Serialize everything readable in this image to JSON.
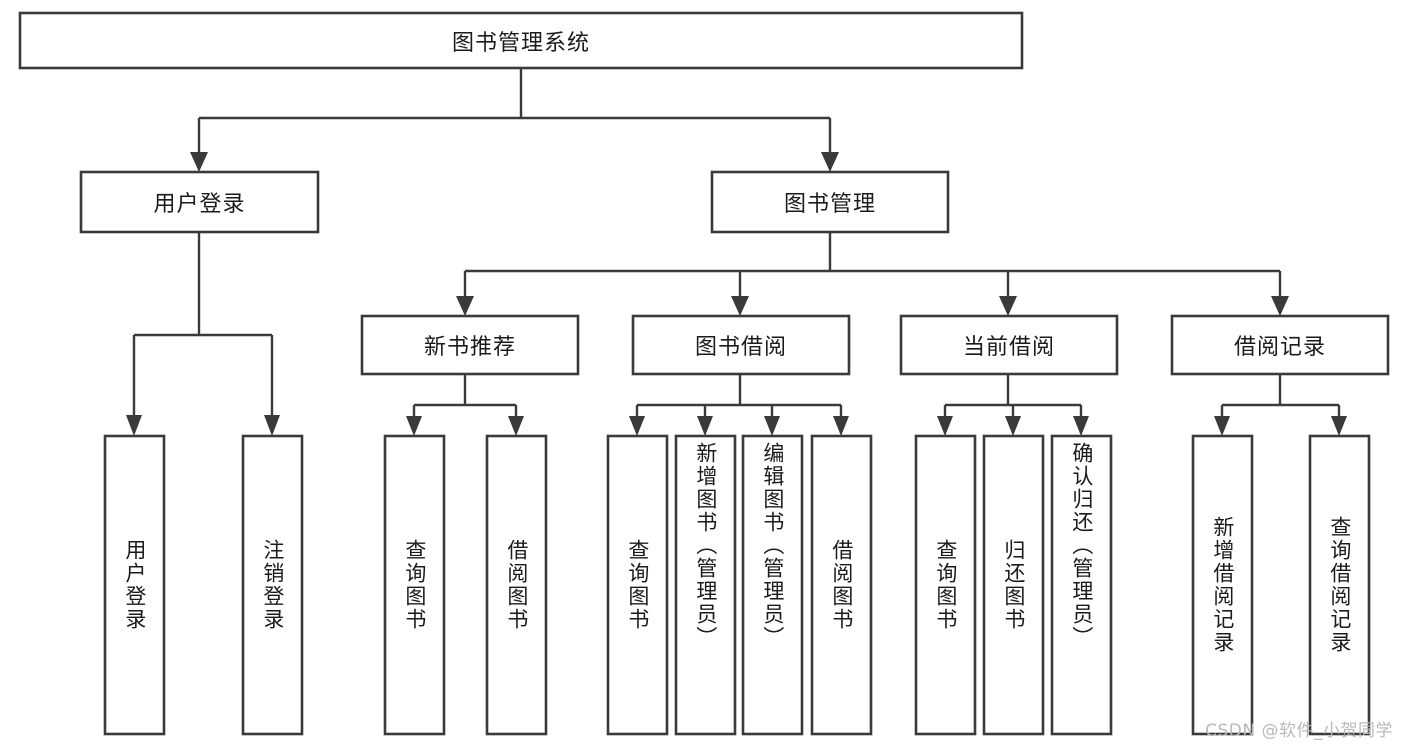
{
  "diagram": {
    "type": "hierarchy-tree",
    "title": "图书管理系统",
    "orientation": "top-down",
    "colors": {
      "box_stroke": "#3a3a3a",
      "box_fill": "#ffffff",
      "connector": "#3a3a3a",
      "text": "#1b1b1b",
      "background": "#ffffff",
      "watermark": "#b9b9b9"
    },
    "levels": {
      "root": "图书管理系统",
      "level2": [
        "用户登录",
        "图书管理"
      ],
      "level3": [
        "新书推荐",
        "图书借阅",
        "当前借阅",
        "借阅记录"
      ]
    }
  },
  "root": {
    "label": "图书管理系统"
  },
  "level2": [
    {
      "id": "user-login",
      "label": "用户登录"
    },
    {
      "id": "book-management",
      "label": "图书管理"
    }
  ],
  "level3": [
    {
      "id": "new-book-recommend",
      "label": "新书推荐",
      "parent": "book-management"
    },
    {
      "id": "book-borrow",
      "label": "图书借阅",
      "parent": "book-management"
    },
    {
      "id": "current-borrow",
      "label": "当前借阅",
      "parent": "book-management"
    },
    {
      "id": "borrow-record",
      "label": "借阅记录",
      "parent": "book-management"
    }
  ],
  "leaves": [
    {
      "id": "leaf-user-login",
      "label": "用户登录",
      "parent": "user-login"
    },
    {
      "id": "leaf-logout",
      "label": "注销登录",
      "parent": "user-login"
    },
    {
      "id": "leaf-query-book-1",
      "label": "查询图书",
      "parent": "new-book-recommend"
    },
    {
      "id": "leaf-borrow-book-1",
      "label": "借阅图书",
      "parent": "new-book-recommend"
    },
    {
      "id": "leaf-query-book-2",
      "label": "查询图书",
      "parent": "book-borrow"
    },
    {
      "id": "leaf-add-book",
      "label": "新增图书（管理员）",
      "parent": "book-borrow"
    },
    {
      "id": "leaf-edit-book",
      "label": "编辑图书（管理员）",
      "parent": "book-borrow"
    },
    {
      "id": "leaf-borrow-book-2",
      "label": "借阅图书",
      "parent": "book-borrow"
    },
    {
      "id": "leaf-query-book-3",
      "label": "查询图书",
      "parent": "current-borrow"
    },
    {
      "id": "leaf-return-book",
      "label": "归还图书",
      "parent": "current-borrow"
    },
    {
      "id": "leaf-confirm-return",
      "label": "确认归还（管理员）",
      "parent": "current-borrow"
    },
    {
      "id": "leaf-add-record",
      "label": "新增借阅记录",
      "parent": "borrow-record"
    },
    {
      "id": "leaf-query-record",
      "label": "查询借阅记录",
      "parent": "borrow-record"
    }
  ],
  "watermark": {
    "text": "CSDN @软件_小贺同学"
  }
}
